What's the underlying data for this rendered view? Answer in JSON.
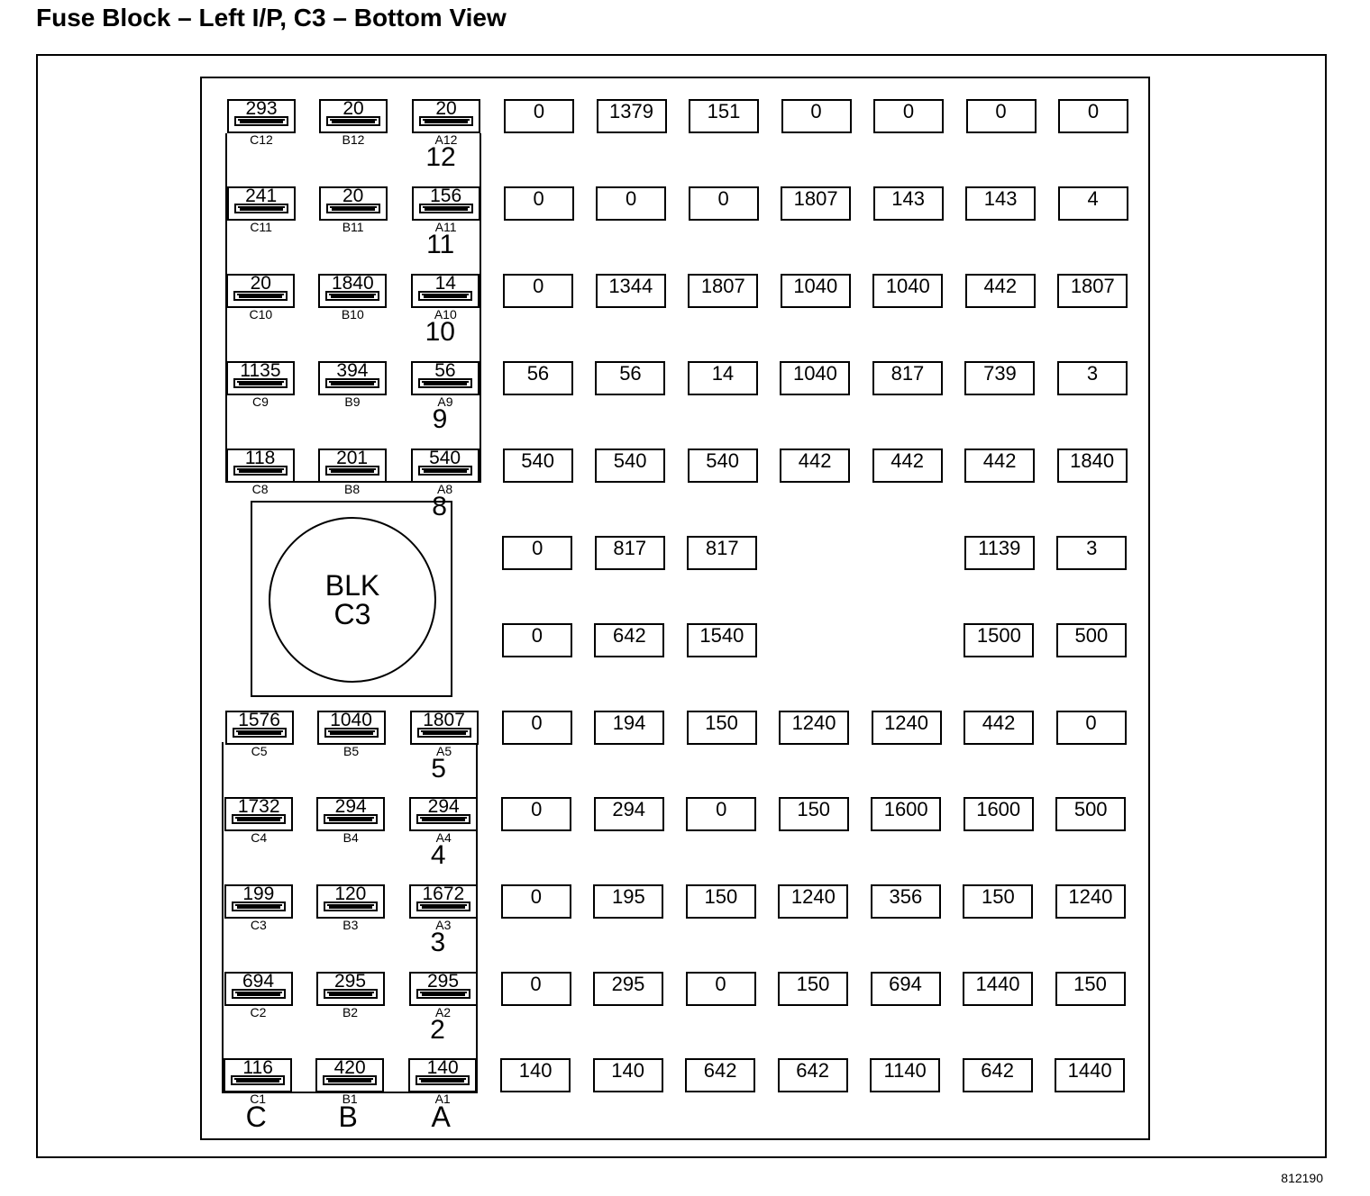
{
  "title": "Fuse Block – Left I/P, C3 – Bottom View",
  "connector_label": {
    "line1": "BLK",
    "line2": "C3"
  },
  "footer_code": "812190",
  "column_letters": [
    "C",
    "B",
    "A"
  ],
  "cavity_rows": [
    {
      "row": "12",
      "cavities": [
        {
          "label": "C12",
          "value": "293"
        },
        {
          "label": "B12",
          "value": "20"
        },
        {
          "label": "A12",
          "value": "20"
        }
      ]
    },
    {
      "row": "11",
      "cavities": [
        {
          "label": "C11",
          "value": "241"
        },
        {
          "label": "B11",
          "value": "20"
        },
        {
          "label": "A11",
          "value": "156"
        }
      ]
    },
    {
      "row": "10",
      "cavities": [
        {
          "label": "C10",
          "value": "20"
        },
        {
          "label": "B10",
          "value": "1840"
        },
        {
          "label": "A10",
          "value": "14"
        }
      ]
    },
    {
      "row": "9",
      "cavities": [
        {
          "label": "C9",
          "value": "1135"
        },
        {
          "label": "B9",
          "value": "394"
        },
        {
          "label": "A9",
          "value": "56"
        }
      ]
    },
    {
      "row": "8",
      "cavities": [
        {
          "label": "C8",
          "value": "118"
        },
        {
          "label": "B8",
          "value": "201"
        },
        {
          "label": "A8",
          "value": "540"
        }
      ]
    },
    {
      "row": "5",
      "cavities": [
        {
          "label": "C5",
          "value": "1576"
        },
        {
          "label": "B5",
          "value": "1040"
        },
        {
          "label": "A5",
          "value": "1807"
        }
      ]
    },
    {
      "row": "4",
      "cavities": [
        {
          "label": "C4",
          "value": "1732"
        },
        {
          "label": "B4",
          "value": "294"
        },
        {
          "label": "A4",
          "value": "294"
        }
      ]
    },
    {
      "row": "3",
      "cavities": [
        {
          "label": "C3",
          "value": "199"
        },
        {
          "label": "B3",
          "value": "120"
        },
        {
          "label": "A3",
          "value": "1672"
        }
      ]
    },
    {
      "row": "2",
      "cavities": [
        {
          "label": "C2",
          "value": "694"
        },
        {
          "label": "B2",
          "value": "295"
        },
        {
          "label": "A2",
          "value": "295"
        }
      ]
    },
    {
      "row": "1",
      "cavities": [
        {
          "label": "C1",
          "value": "116"
        },
        {
          "label": "B1",
          "value": "420"
        },
        {
          "label": "A1",
          "value": "140"
        }
      ]
    }
  ],
  "grid_rows": [
    [
      "0",
      "1379",
      "151",
      "0",
      "0",
      "0",
      "0"
    ],
    [
      "0",
      "0",
      "0",
      "1807",
      "143",
      "143",
      "4"
    ],
    [
      "0",
      "1344",
      "1807",
      "1040",
      "1040",
      "442",
      "1807"
    ],
    [
      "56",
      "56",
      "14",
      "1040",
      "817",
      "739",
      "3"
    ],
    [
      "540",
      "540",
      "540",
      "442",
      "442",
      "442",
      "1840"
    ],
    [
      "0",
      "817",
      "817",
      null,
      null,
      "1139",
      "3"
    ],
    [
      "0",
      "642",
      "1540",
      null,
      null,
      "1500",
      "500"
    ],
    [
      "0",
      "194",
      "150",
      "1240",
      "1240",
      "442",
      "0"
    ],
    [
      "0",
      "294",
      "0",
      "150",
      "1600",
      "1600",
      "500"
    ],
    [
      "0",
      "195",
      "150",
      "1240",
      "356",
      "150",
      "1240"
    ],
    [
      "0",
      "295",
      "0",
      "150",
      "694",
      "1440",
      "150"
    ],
    [
      "140",
      "140",
      "642",
      "642",
      "1140",
      "642",
      "1440"
    ]
  ]
}
